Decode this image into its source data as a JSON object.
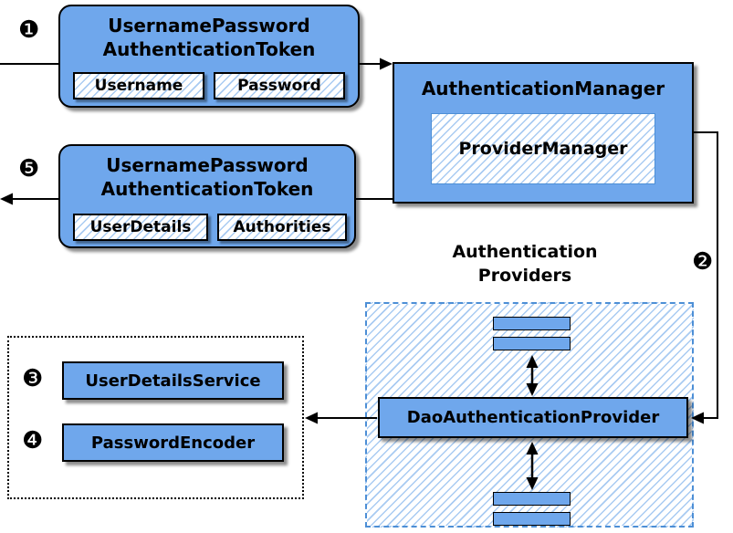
{
  "colors": {
    "box_blue": "#6FA7EC",
    "hatch_line": "#A9CBF2",
    "provider_border": "#4D8FD6"
  },
  "badges": {
    "step1": "❶",
    "step2": "❷",
    "step3": "❸",
    "step4": "❹",
    "step5": "❺"
  },
  "request_token": {
    "title_line1": "UsernamePassword",
    "title_line2": "AuthenticationToken",
    "fields": [
      "Username",
      "Password"
    ]
  },
  "auth_manager": {
    "title": "AuthenticationManager",
    "inner": "ProviderManager"
  },
  "response_token": {
    "title_line1": "UsernamePassword",
    "title_line2": "AuthenticationToken",
    "fields": [
      "UserDetails",
      "Authorities"
    ]
  },
  "providers": {
    "label_line1": "Authentication",
    "label_line2": "Providers",
    "dao": "DaoAuthenticationProvider"
  },
  "services": {
    "items": [
      "UserDetailsService",
      "PasswordEncoder"
    ]
  }
}
